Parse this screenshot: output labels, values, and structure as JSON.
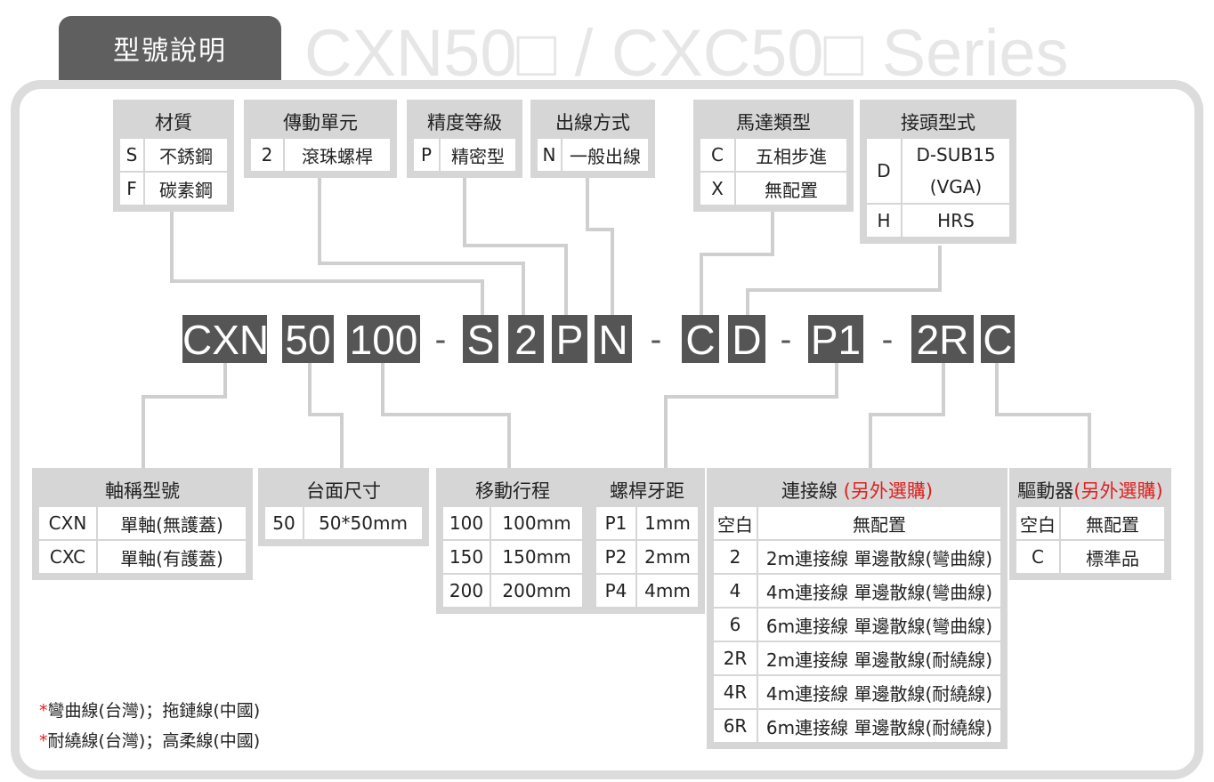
{
  "header": {
    "tab_title": "型號說明",
    "series_title": "CXN50□ / CXC50□ Series"
  },
  "top_tables": {
    "material": {
      "title": "材質",
      "rows": [
        [
          "S",
          "不銹鋼"
        ],
        [
          "F",
          "碳素鋼"
        ]
      ]
    },
    "drive": {
      "title": "傳動單元",
      "rows": [
        [
          "2",
          "滾珠螺桿"
        ]
      ]
    },
    "precision": {
      "title": "精度等級",
      "rows": [
        [
          "P",
          "精密型"
        ]
      ]
    },
    "cable_exit": {
      "title": "出線方式",
      "rows": [
        [
          "N",
          "一般出線"
        ]
      ]
    },
    "motor": {
      "title": "馬達類型",
      "rows": [
        [
          "C",
          "五相步進"
        ],
        [
          "X",
          "無配置"
        ]
      ]
    },
    "connector": {
      "title": "接頭型式",
      "rows": [
        [
          "D",
          "D-SUB15",
          "(VGA)"
        ],
        [
          "H",
          "HRS"
        ]
      ]
    }
  },
  "code_parts": [
    "CXN",
    "50",
    "100",
    "-",
    "S",
    "2",
    "P",
    "N",
    "-",
    "C",
    "D",
    "-",
    "P1",
    "-",
    "2R",
    "C"
  ],
  "bottom_tables": {
    "axis": {
      "title": "軸稱型號",
      "rows": [
        [
          "CXN",
          "單軸(無護蓋)"
        ],
        [
          "CXC",
          "單軸(有護蓋)"
        ]
      ]
    },
    "table_size": {
      "title": "台面尺寸",
      "rows": [
        [
          "50",
          "50*50mm"
        ]
      ]
    },
    "stroke": {
      "title": "移動行程",
      "rows": [
        [
          "100",
          "100mm"
        ],
        [
          "150",
          "150mm"
        ],
        [
          "200",
          "200mm"
        ]
      ]
    },
    "pitch": {
      "title": "螺桿牙距",
      "rows": [
        [
          "P1",
          "1mm"
        ],
        [
          "P2",
          "2mm"
        ],
        [
          "P4",
          "4mm"
        ]
      ]
    },
    "cable": {
      "title": "連接線",
      "title_note": "(另外選購)",
      "rows": [
        [
          "空白",
          "無配置"
        ],
        [
          "2",
          "2m連接線 單邊散線(彎曲線)"
        ],
        [
          "4",
          "4m連接線 單邊散線(彎曲線)"
        ],
        [
          "6",
          "6m連接線 單邊散線(彎曲線)"
        ],
        [
          "2R",
          "2m連接線 單邊散線(耐繞線)"
        ],
        [
          "4R",
          "4m連接線 單邊散線(耐繞線)"
        ],
        [
          "6R",
          "6m連接線 單邊散線(耐繞線)"
        ]
      ]
    },
    "driver": {
      "title": "驅動器",
      "title_note": "(另外選購)",
      "rows": [
        [
          "空白",
          "無配置"
        ],
        [
          "C",
          "標準品"
        ]
      ]
    }
  },
  "notes": [
    {
      "star": "*",
      "text": "彎曲線(台灣)；拖鏈線(中國)"
    },
    {
      "star": "*",
      "text": "耐繞線(台灣)；高柔線(中國)"
    }
  ],
  "colors": {
    "code_bg": "#555555",
    "table_border": "#d6d6d6",
    "accent_red": "#e02020",
    "tab_bg": "#5f5f5f"
  }
}
